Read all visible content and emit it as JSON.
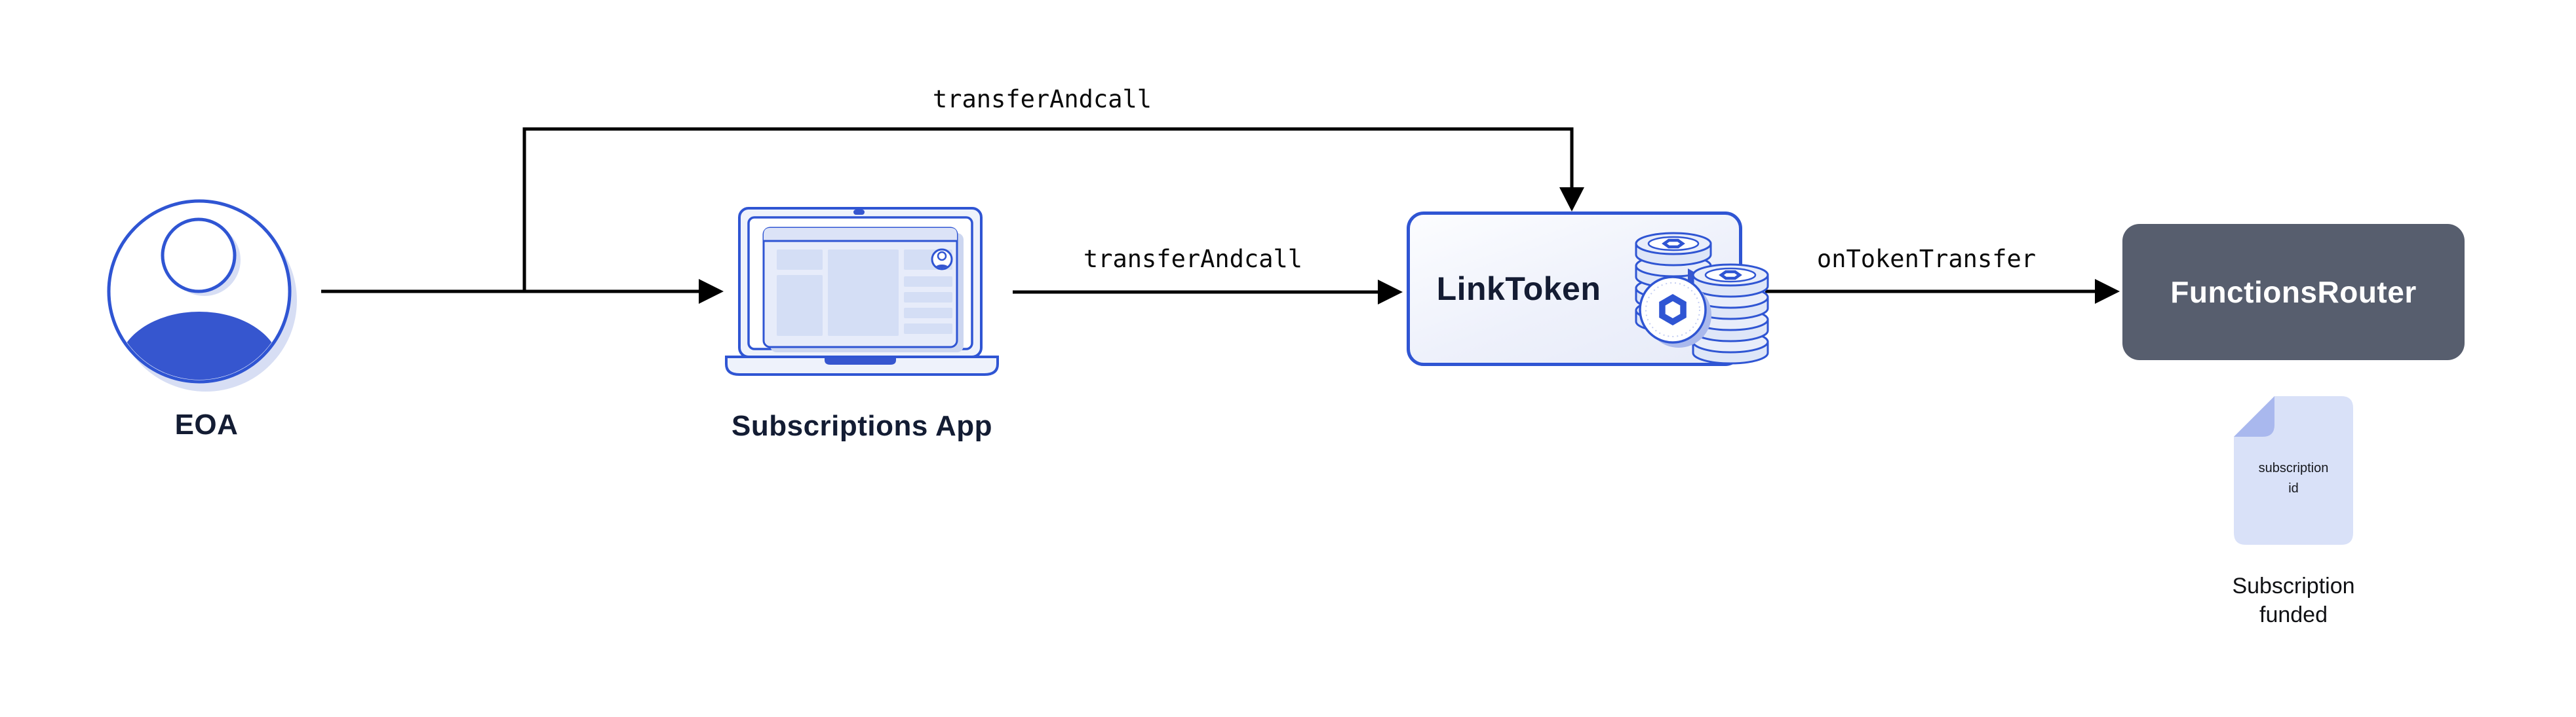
{
  "nodes": {
    "eoa": {
      "label": "EOA"
    },
    "subscriptions_app": {
      "label": "Subscriptions App"
    },
    "link_token": {
      "label": "LinkToken"
    },
    "functions_router": {
      "label": "FunctionsRouter"
    }
  },
  "edges": {
    "bypass": {
      "label": "transferAndcall"
    },
    "app_to_token": {
      "label": "transferAndcall"
    },
    "token_to_router": {
      "label": "onTokenTransfer"
    }
  },
  "doc": {
    "line1": "subscription",
    "line2": "id",
    "caption_line1": "Subscription",
    "caption_line2": "funded"
  },
  "colors": {
    "accent_blue": "#2f55d3",
    "solid_blue": "#3656cf",
    "coin_fill": "#dee6f8",
    "shadow_lavender": "#d7def4",
    "router_fill": "#575e6e",
    "doc_fill": "#d9e1f8",
    "doc_fold": "#a9b8ee",
    "line_black": "#000000"
  }
}
